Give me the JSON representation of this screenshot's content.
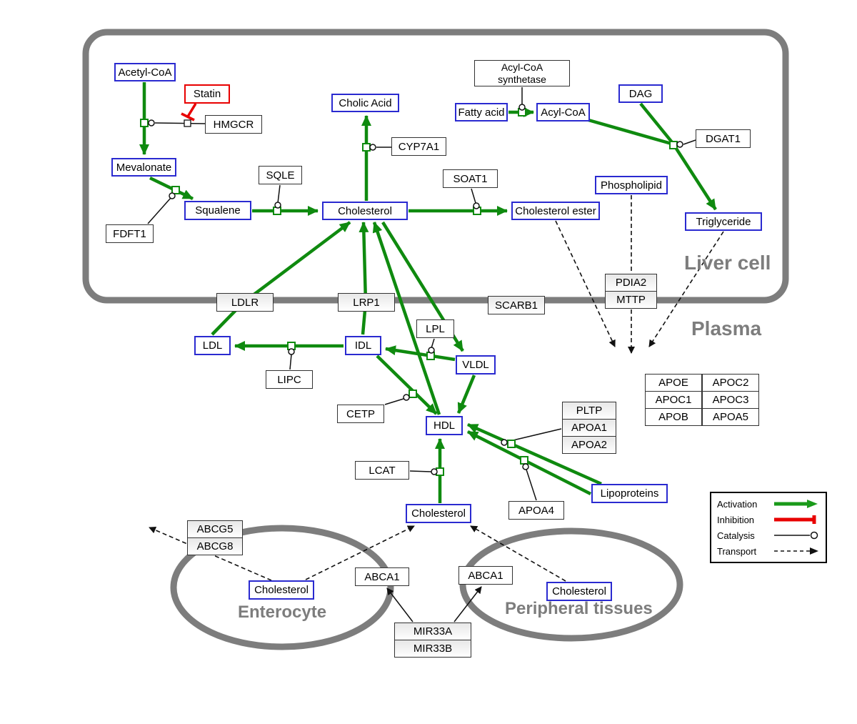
{
  "regions": {
    "liver_cell": "Liver cell",
    "plasma": "Plasma",
    "enterocyte": "Enterocyte",
    "peripheral_tissues": "Peripheral tissues"
  },
  "nodes": {
    "acetyl_coa": "Acetyl-CoA",
    "statin": "Statin",
    "hmgcr": "HMGCR",
    "mevalonate": "Mevalonate",
    "fdft1": "FDFT1",
    "squalene": "Squalene",
    "sqle": "SQLE",
    "cholic_acid": "Cholic Acid",
    "cyp7a1": "CYP7A1",
    "cholesterol_liver": "Cholesterol",
    "soat1": "SOAT1",
    "cholesterol_ester": "Cholesterol ester",
    "acyl_coa_synthetase_line1": "Acyl-CoA",
    "acyl_coa_synthetase_line2": "synthetase",
    "fatty_acid": "Fatty acid",
    "acyl_coa2": "Acyl-CoA",
    "dag": "DAG",
    "dgat1": "DGAT1",
    "phospholipid": "Phospholipid",
    "triglyceride": "Triglyceride",
    "ldlr": "LDLR",
    "lrp1": "LRP1",
    "scarb1": "SCARB1",
    "pdia2": "PDIA2",
    "mttp": "MTTP",
    "ldl": "LDL",
    "idl": "IDL",
    "lipc": "LIPC",
    "lpl": "LPL",
    "vldl": "VLDL",
    "cetp": "CETP",
    "hdl": "HDL",
    "lcat": "LCAT",
    "pltp": "PLTP",
    "apoa1": "APOA1",
    "apoa2": "APOA2",
    "apoa4": "APOA4",
    "lipoproteins": "Lipoproteins",
    "cholesterol_plasma": "Cholesterol",
    "abcg5": "ABCG5",
    "abcg8": "ABCG8",
    "cholesterol_enterocyte": "Cholesterol",
    "abca1_left": "ABCA1",
    "abca1_right": "ABCA1",
    "cholesterol_peripheral": "Cholesterol",
    "mir33a": "MIR33A",
    "mir33b": "MIR33B"
  },
  "apo_table": [
    [
      "APOE",
      "APOC2"
    ],
    [
      "APOC1",
      "APOC3"
    ],
    [
      "APOB",
      "APOA5"
    ]
  ],
  "legend": {
    "activation": "Activation",
    "inhibition": "Inhibition",
    "catalysis": "Catalysis",
    "transport": "Transport"
  },
  "colors": {
    "metabolite_border": "#2a2ad0",
    "activation_green": "#0f8a0f",
    "inhibition_red": "#e80000",
    "compartment_gray": "#7d7d7d"
  }
}
